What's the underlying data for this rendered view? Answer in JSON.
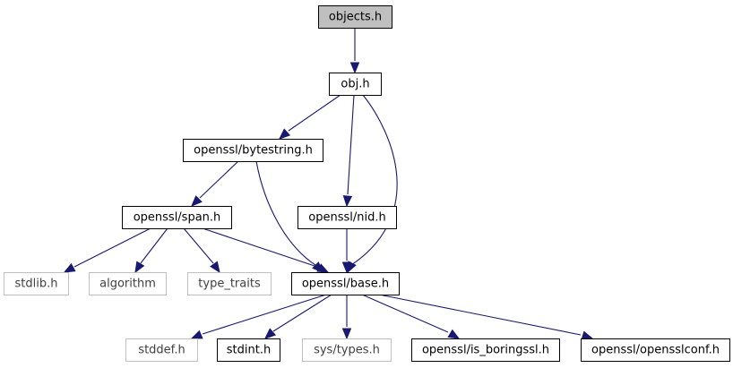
{
  "diagram": {
    "nodes": [
      {
        "id": "objects_h",
        "label": "objects.h",
        "style": "root"
      },
      {
        "id": "obj_h",
        "label": "obj.h",
        "style": "local"
      },
      {
        "id": "bytestring_h",
        "label": "openssl/bytestring.h",
        "style": "local"
      },
      {
        "id": "span_h",
        "label": "openssl/span.h",
        "style": "local"
      },
      {
        "id": "nid_h",
        "label": "openssl/nid.h",
        "style": "local"
      },
      {
        "id": "base_h",
        "label": "openssl/base.h",
        "style": "local"
      },
      {
        "id": "stdlib_h",
        "label": "stdlib.h",
        "style": "system"
      },
      {
        "id": "algorithm",
        "label": "algorithm",
        "style": "system"
      },
      {
        "id": "type_traits",
        "label": "type_traits",
        "style": "system"
      },
      {
        "id": "stddef_h",
        "label": "stddef.h",
        "style": "system"
      },
      {
        "id": "stdint_h",
        "label": "stdint.h",
        "style": "local"
      },
      {
        "id": "sys_types_h",
        "label": "sys/types.h",
        "style": "system"
      },
      {
        "id": "is_boringssl_h",
        "label": "openssl/is_boringssl.h",
        "style": "local"
      },
      {
        "id": "opensslconf_h",
        "label": "openssl/opensslconf.h",
        "style": "local"
      }
    ],
    "edges": [
      {
        "from": "objects_h",
        "to": "obj_h"
      },
      {
        "from": "obj_h",
        "to": "bytestring_h"
      },
      {
        "from": "obj_h",
        "to": "nid_h"
      },
      {
        "from": "obj_h",
        "to": "base_h"
      },
      {
        "from": "bytestring_h",
        "to": "span_h"
      },
      {
        "from": "bytestring_h",
        "to": "base_h"
      },
      {
        "from": "span_h",
        "to": "stdlib_h"
      },
      {
        "from": "span_h",
        "to": "algorithm"
      },
      {
        "from": "span_h",
        "to": "type_traits"
      },
      {
        "from": "span_h",
        "to": "base_h"
      },
      {
        "from": "nid_h",
        "to": "base_h"
      },
      {
        "from": "base_h",
        "to": "stddef_h"
      },
      {
        "from": "base_h",
        "to": "stdint_h"
      },
      {
        "from": "base_h",
        "to": "sys_types_h"
      },
      {
        "from": "base_h",
        "to": "is_boringssl_h"
      },
      {
        "from": "base_h",
        "to": "opensslconf_h"
      }
    ],
    "colors": {
      "edge": "#191970",
      "root_fill": "#bfbfbf",
      "local_border": "#000000",
      "system_border": "#bfbfbf",
      "system_text": "#404040",
      "text": "#000000"
    }
  }
}
